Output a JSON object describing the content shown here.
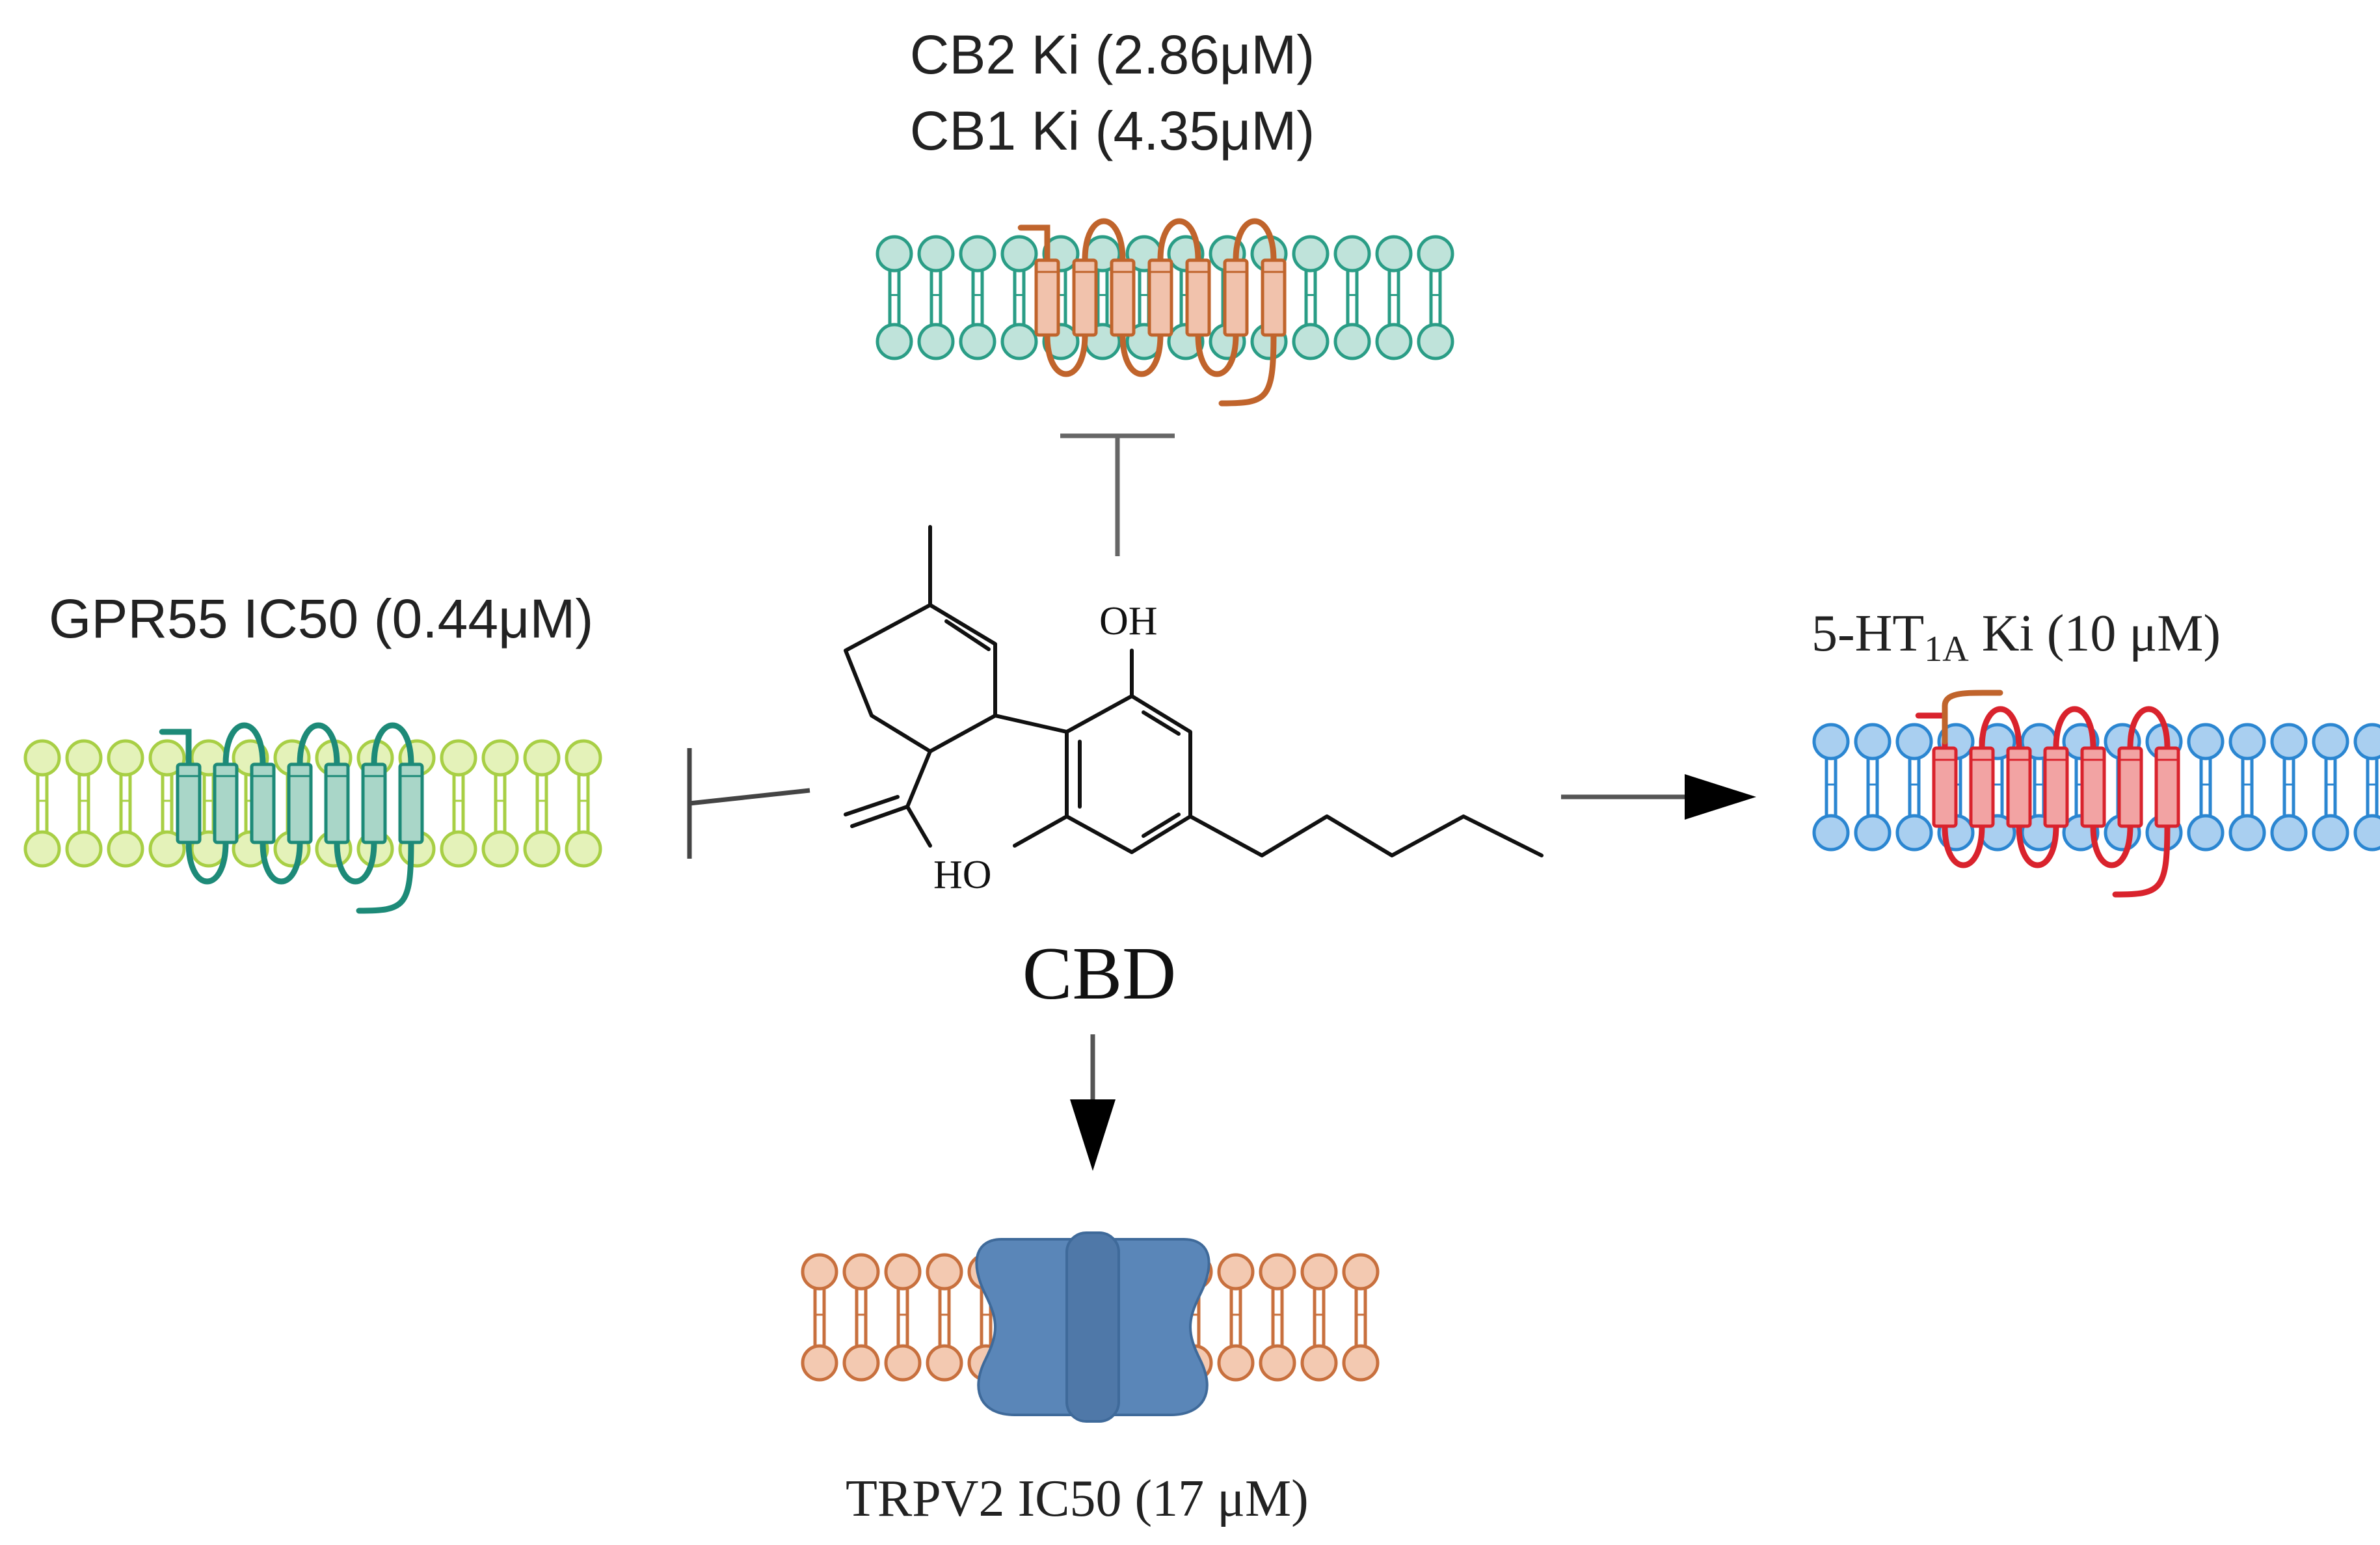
{
  "labels": {
    "cb2": "CB2 Ki (2.86μM)",
    "cb1": "CB1 Ki (4.35μM)",
    "gpr55": "GPR55 IC50 (0.44μM)",
    "ht1a_prefix": "5-HT",
    "ht1a_sub": "1A",
    "ht1a_suffix": " Ki (10 μM)",
    "cbd": "CBD",
    "oh_top": "OH",
    "oh_bottom": "HO",
    "trpv2": "TRPV2 IC50 (17 μM)"
  },
  "colors": {
    "cb_membrane": "#2a9d86",
    "cb_membrane_fill": "#bfe3da",
    "cb_receptor": "#c0642c",
    "cb_receptor_fill": "#f1c2ac",
    "gpr55_membrane": "#a8cf45",
    "gpr55_membrane_fill": "#e4f2b9",
    "gpr55_receptor": "#1d8a78",
    "gpr55_receptor_fill": "#a9d6c8",
    "ht1a_membrane": "#2b86d1",
    "ht1a_membrane_fill": "#a9cff0",
    "ht1a_receptor": "#d9232d",
    "ht1a_receptor_fill": "#f2a3a3",
    "ht1a_loop": "#c0642c",
    "trpv2_membrane": "#c8703e",
    "trpv2_membrane_fill": "#f3c9b1",
    "trpv2_channel": "#5a86b8",
    "inhibit_line": "#666666",
    "arrow": "#000000"
  },
  "edges": [
    {
      "from": "CBD",
      "to": "CB1/CB2",
      "effect": "inhibition"
    },
    {
      "from": "CBD",
      "to": "GPR55",
      "effect": "inhibition"
    },
    {
      "from": "CBD",
      "to": "5-HT1A",
      "effect": "activation"
    },
    {
      "from": "CBD",
      "to": "TRPV2",
      "effect": "activation"
    }
  ],
  "icons": [
    "cb-receptor-membrane-icon",
    "gpr55-receptor-membrane-icon",
    "ht1a-receptor-membrane-icon",
    "trpv2-channel-membrane-icon",
    "cbd-molecule-structure"
  ]
}
